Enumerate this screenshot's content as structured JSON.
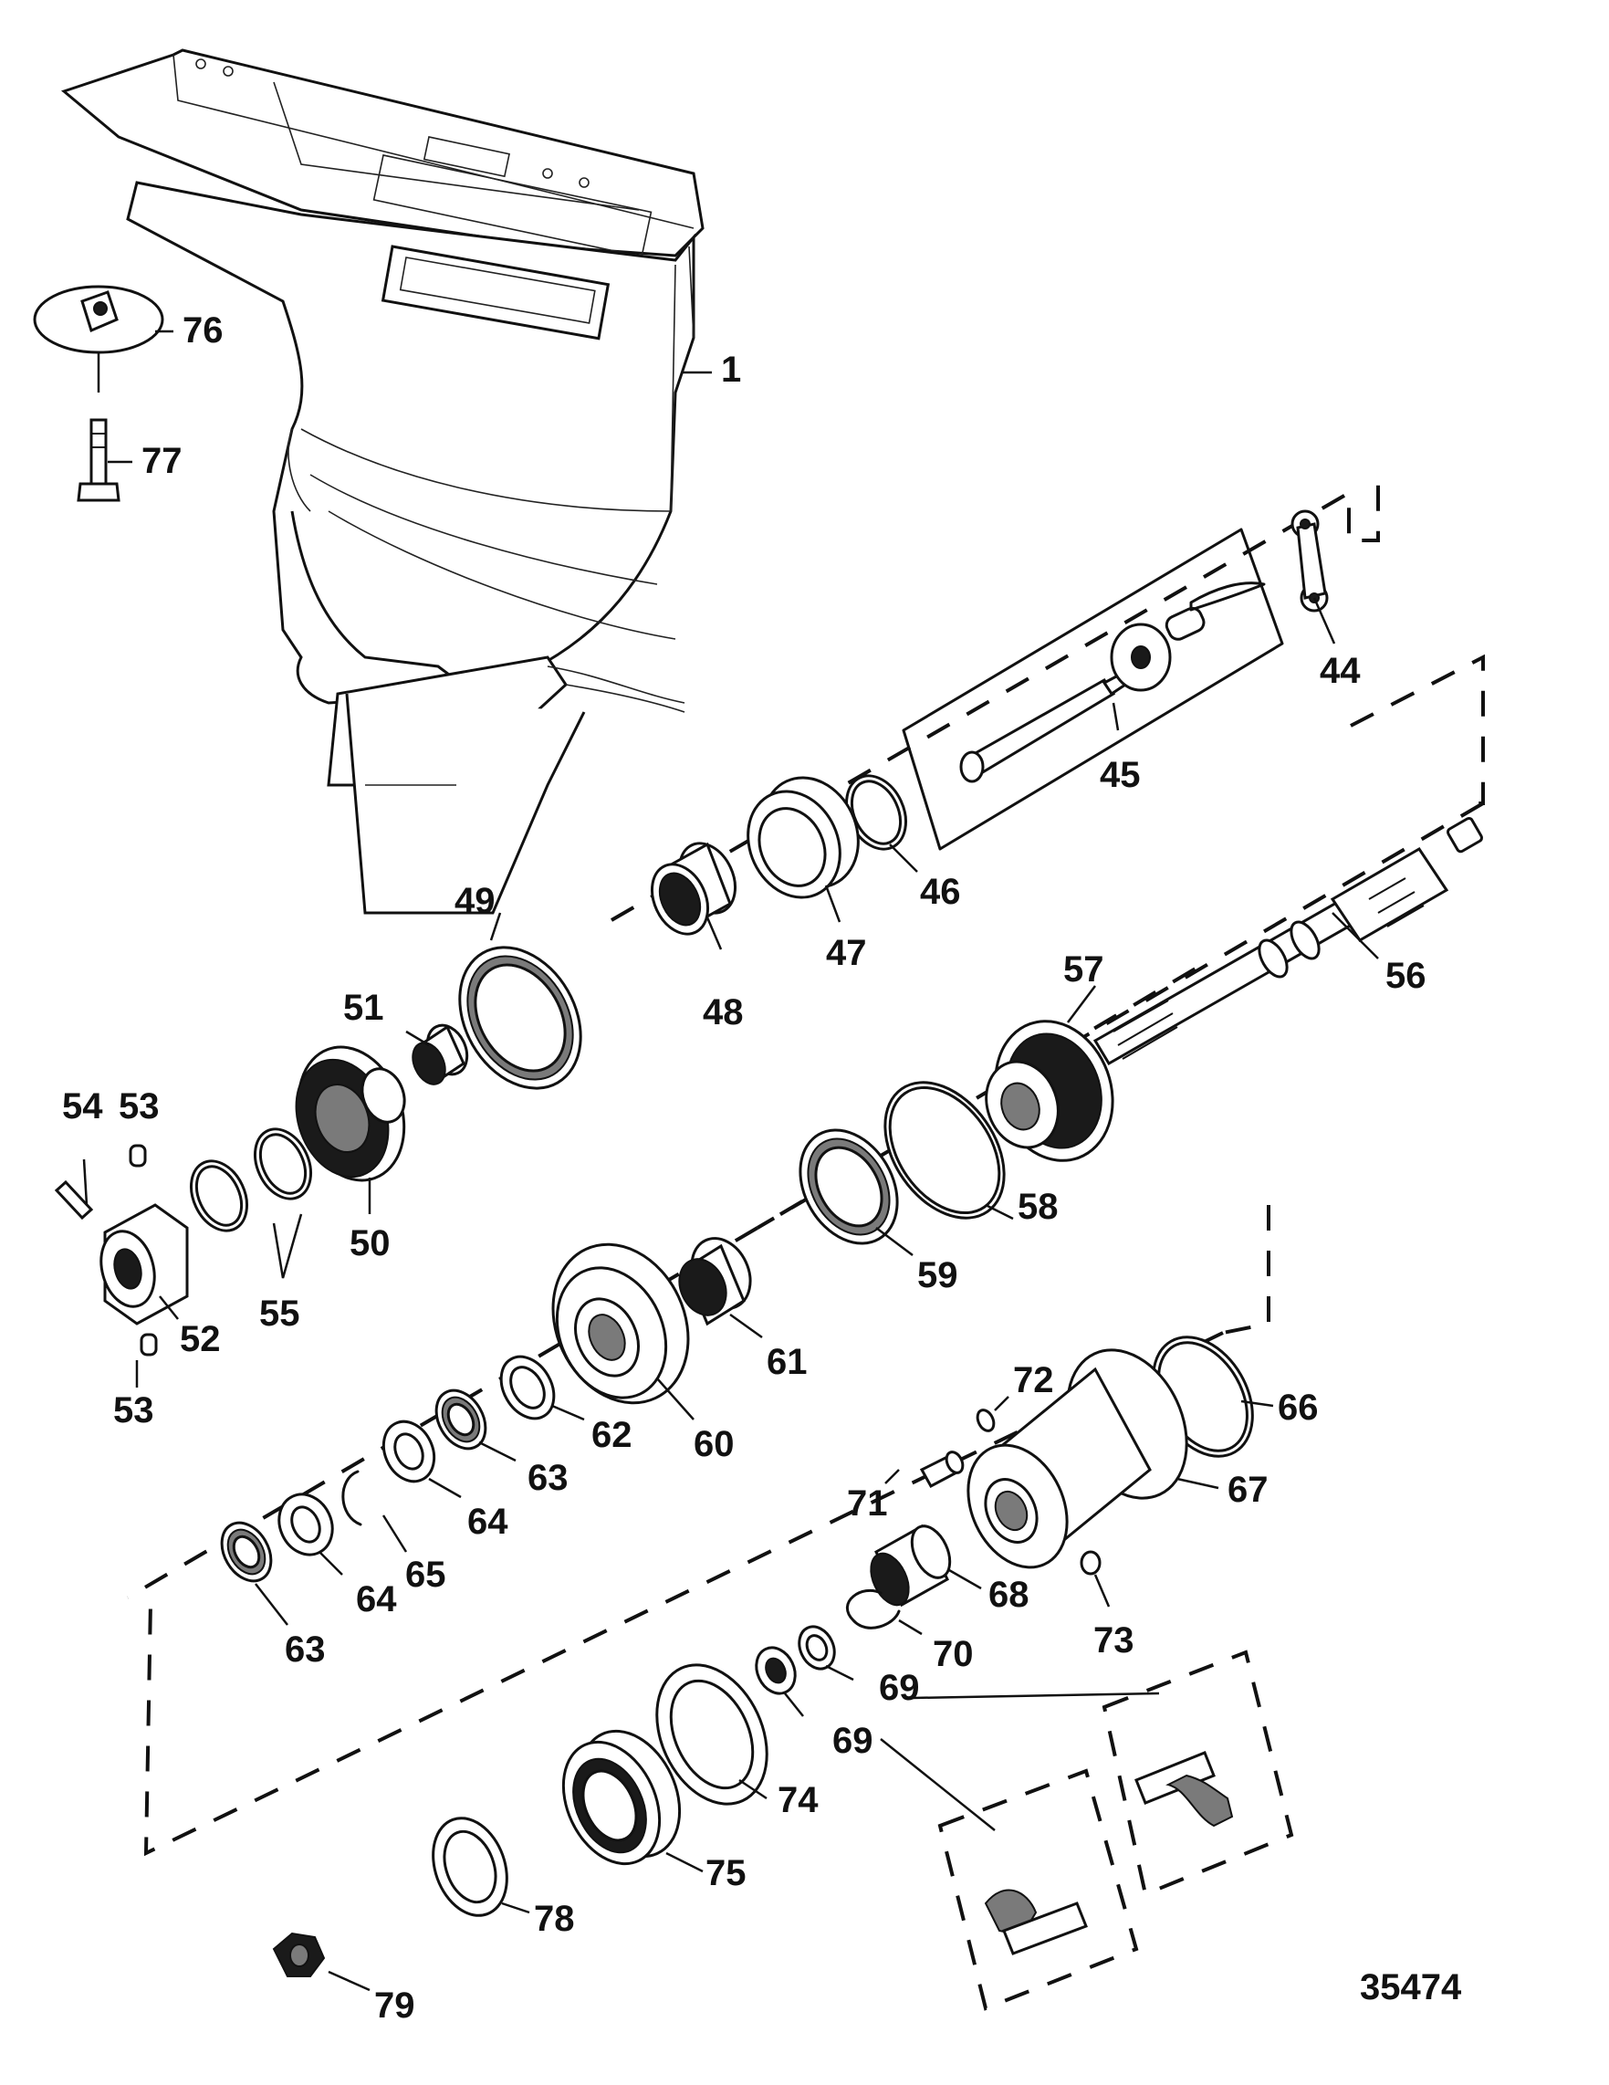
{
  "figure_number": "35474",
  "callouts": [
    {
      "id": "c1",
      "label": "1"
    },
    {
      "id": "c44",
      "label": "44"
    },
    {
      "id": "c45",
      "label": "45"
    },
    {
      "id": "c46",
      "label": "46"
    },
    {
      "id": "c47",
      "label": "47"
    },
    {
      "id": "c48",
      "label": "48"
    },
    {
      "id": "c49",
      "label": "49"
    },
    {
      "id": "c50",
      "label": "50"
    },
    {
      "id": "c51",
      "label": "51"
    },
    {
      "id": "c52",
      "label": "52"
    },
    {
      "id": "c53a",
      "label": "53"
    },
    {
      "id": "c53b",
      "label": "53"
    },
    {
      "id": "c54",
      "label": "54"
    },
    {
      "id": "c55",
      "label": "55"
    },
    {
      "id": "c56",
      "label": "56"
    },
    {
      "id": "c57",
      "label": "57"
    },
    {
      "id": "c58",
      "label": "58"
    },
    {
      "id": "c59",
      "label": "59"
    },
    {
      "id": "c60",
      "label": "60"
    },
    {
      "id": "c61",
      "label": "61"
    },
    {
      "id": "c62",
      "label": "62"
    },
    {
      "id": "c63a",
      "label": "63"
    },
    {
      "id": "c63b",
      "label": "63"
    },
    {
      "id": "c64a",
      "label": "64"
    },
    {
      "id": "c64b",
      "label": "64"
    },
    {
      "id": "c65",
      "label": "65"
    },
    {
      "id": "c66",
      "label": "66"
    },
    {
      "id": "c67",
      "label": "67"
    },
    {
      "id": "c68",
      "label": "68"
    },
    {
      "id": "c69a",
      "label": "69"
    },
    {
      "id": "c69b",
      "label": "69"
    },
    {
      "id": "c70",
      "label": "70"
    },
    {
      "id": "c71",
      "label": "71"
    },
    {
      "id": "c72",
      "label": "72"
    },
    {
      "id": "c73",
      "label": "73"
    },
    {
      "id": "c74",
      "label": "74"
    },
    {
      "id": "c75",
      "label": "75"
    },
    {
      "id": "c76",
      "label": "76"
    },
    {
      "id": "c77",
      "label": "77"
    },
    {
      "id": "c78",
      "label": "78"
    },
    {
      "id": "c79",
      "label": "79"
    }
  ]
}
